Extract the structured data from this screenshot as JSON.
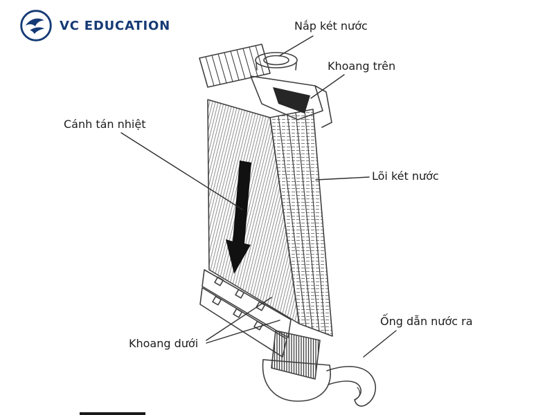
{
  "page": {
    "background": "#ffffff"
  },
  "logo": {
    "brand": "VC EDUCATION",
    "brand_color": "#153a75",
    "icon": "bird-in-circle"
  },
  "diagram": {
    "labels": {
      "cap": "Nắp két nước",
      "upper_tank": "Khoang trên",
      "fins": "Cánh tán nhiệt",
      "core": "Lõi két nước",
      "lower_tank": "Khoang dưới",
      "outlet_pipe": "Ống dẫn nước ra"
    },
    "line_color": "#3a3a3a",
    "label_color": "#1c1c1c"
  }
}
